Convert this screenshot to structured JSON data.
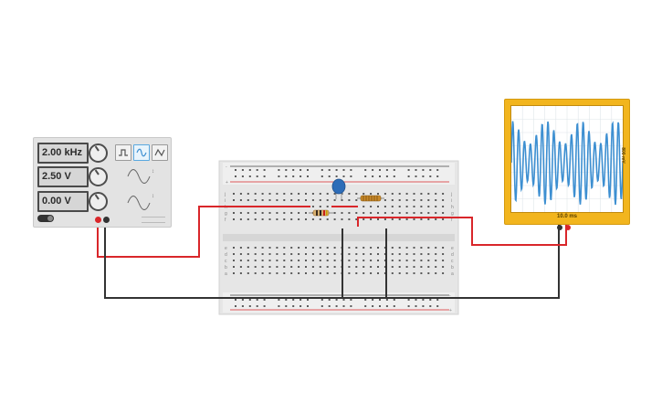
{
  "function_generator": {
    "frequency_display": "2.00 kHz",
    "amplitude_display": "2.50 V",
    "offset_display": "0.00 V",
    "waveforms": [
      "square-wave-icon",
      "sine-wave-icon",
      "triangle-wave-icon"
    ],
    "selected_waveform": "sine",
    "power": "on"
  },
  "oscilloscope": {
    "time_per_div": "10.0 ms",
    "volts_per_div": "800 mV",
    "trace_color": "#3d8fd1"
  },
  "breadboard": {
    "row_letters_top": [
      "j",
      "i",
      "h",
      "g",
      "f"
    ],
    "row_letters_bottom": [
      "e",
      "d",
      "c",
      "b",
      "a"
    ],
    "column_count": 30,
    "power_rail_symbols": [
      "+",
      "-"
    ]
  },
  "components": [
    "resistor",
    "capacitor",
    "inductor"
  ],
  "wire_colors": {
    "red": "#d9262a",
    "black": "#333333"
  }
}
